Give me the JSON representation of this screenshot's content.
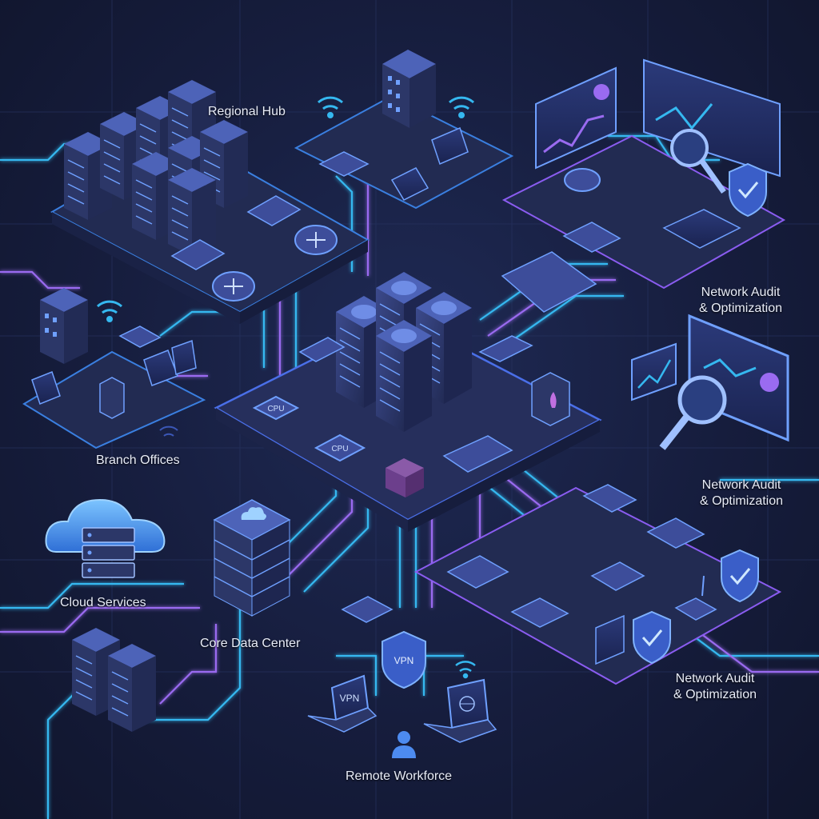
{
  "labels": {
    "regional_hub": "Regional Hub",
    "branch_offices": "Branch Offices",
    "cloud_services": "Cloud Services",
    "core_data_center": "Core Data Center",
    "remote_workforce": "Remote Workforce",
    "network_audit_1_line1": "Network Audit",
    "network_audit_1_line2": "& Optimization",
    "network_audit_2_line1": "Network Audit",
    "network_audit_2_line2": "& Optimization",
    "network_audit_3_line1": "Network Audit",
    "network_audit_3_line2": "& Optimization"
  },
  "chip_text": "CPU",
  "vpn_text": "VPN",
  "colors": {
    "background": "#161d3d",
    "platform": "#222b52",
    "platform_edge": "#3a4a8a",
    "trace_cyan": "#35b8f0",
    "trace_violet": "#9a6bf0",
    "server_body": "#2c3768",
    "server_light": "#4d63b8",
    "cloud": "#4fa3f5",
    "label_text": "#e8ecf8"
  },
  "icons": [
    "server-rack-icon",
    "router-icon",
    "switch-icon",
    "wifi-icon",
    "building-icon",
    "laptop-icon",
    "cloud-icon",
    "firewall-icon",
    "shield-check-icon",
    "magnifier-icon",
    "monitor-chart-icon",
    "vpn-shield-icon",
    "user-icon",
    "globe-icon",
    "cpu-chip-icon"
  ]
}
